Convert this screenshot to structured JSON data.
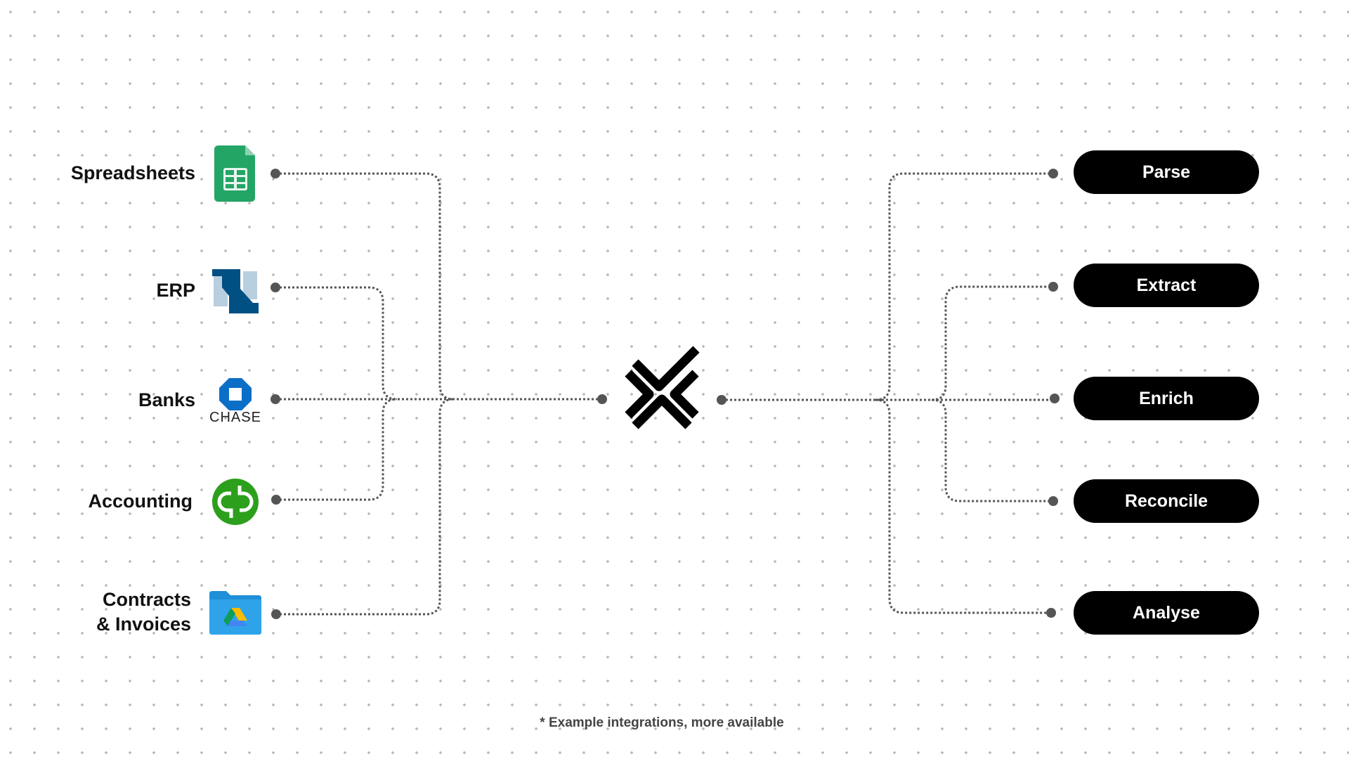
{
  "sources": [
    {
      "label": "Spreadsheets",
      "icon": "google-sheets-icon"
    },
    {
      "label": "ERP",
      "icon": "netsuite-icon"
    },
    {
      "label": "Banks",
      "icon": "chase-icon",
      "icon_text": "CHASE"
    },
    {
      "label": "Accounting",
      "icon": "quickbooks-icon"
    },
    {
      "label": "Contracts\n& Invoices",
      "icon": "google-drive-folder-icon"
    }
  ],
  "hub": {
    "icon": "hub-logo-icon"
  },
  "actions": [
    {
      "label": "Parse"
    },
    {
      "label": "Extract"
    },
    {
      "label": "Enrich"
    },
    {
      "label": "Reconcile"
    },
    {
      "label": "Analyse"
    }
  ],
  "footnote": "*  Example integrations, more available",
  "colors": {
    "connector": "#555555",
    "pill": "#000000",
    "pill_text": "#ffffff"
  }
}
